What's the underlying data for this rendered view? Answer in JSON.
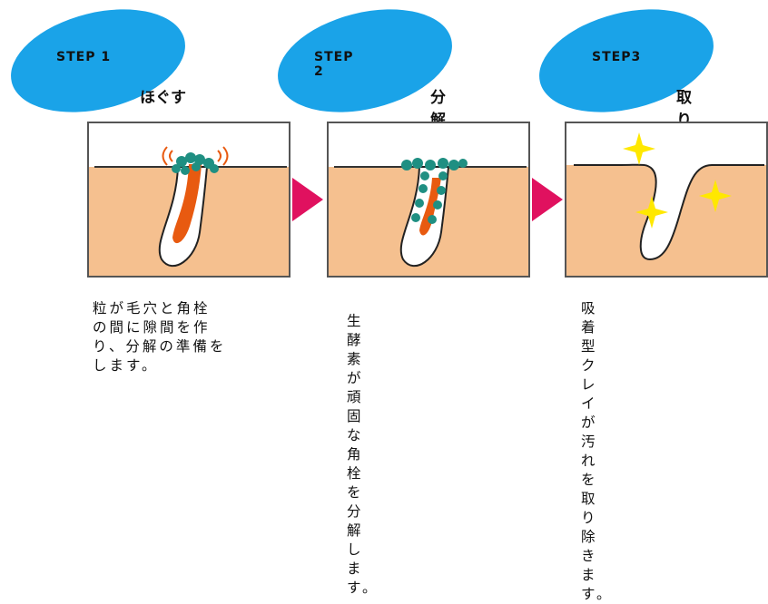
{
  "steps": [
    {
      "label": "STEP 1",
      "title": "ほぐす",
      "desc": "粒が毛穴と角栓\nの間に隙間を作\nり、分解の準備を\nします。"
    },
    {
      "label": "STEP 2",
      "title": "分解",
      "desc": "生酵素が頑固な\n角栓を分解しま\nす。"
    },
    {
      "label": "STEP3",
      "title": "取り去る",
      "desc": "吸着型クレイが\n汚れを取り除き\nます。"
    }
  ],
  "colors": {
    "oval": "#1aa3e8",
    "skin": "#f5c08f",
    "plug": "#e85a10",
    "granule": "#1f8f82",
    "arrow": "#e0115f",
    "sparkle": "#ffe800"
  }
}
